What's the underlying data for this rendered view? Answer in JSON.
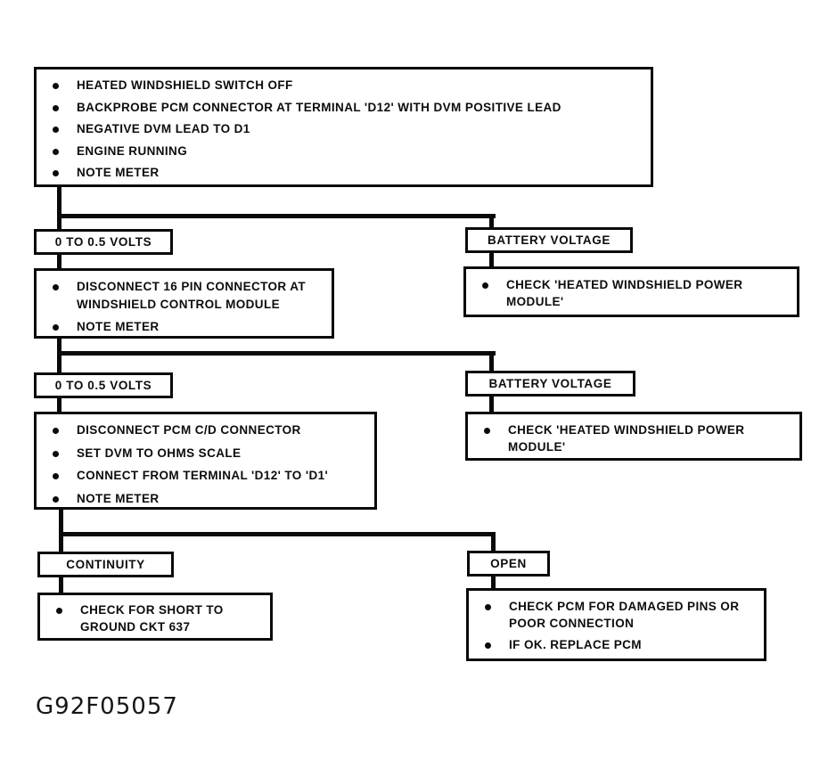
{
  "figure_id": "G92F05057",
  "colors": {
    "background": "#ffffff",
    "line": "#0a0a0a",
    "text": "#0d0d0d"
  },
  "flowchart": {
    "start": {
      "bullets": [
        "HEATED WINDSHIELD SWITCH OFF",
        "BACKPROBE PCM CONNECTOR AT TERMINAL 'D12' WITH DVM POSITIVE LEAD",
        "NEGATIVE DVM LEAD TO D1",
        "ENGINE RUNNING",
        "NOTE METER"
      ]
    },
    "branches": [
      {
        "left_result": "0 TO 0.5 VOLTS",
        "left_action_bullets": [
          "DISCONNECT 16 PIN CONNECTOR AT WINDSHIELD CONTROL MODULE",
          "NOTE METER"
        ],
        "right_result": "BATTERY VOLTAGE",
        "right_action_bullets": [
          "CHECK 'HEATED WINDSHIELD POWER MODULE'"
        ]
      },
      {
        "left_result": "0 TO 0.5 VOLTS",
        "left_action_bullets": [
          "DISCONNECT PCM C/D CONNECTOR",
          "SET DVM TO OHMS SCALE",
          "CONNECT FROM TERMINAL 'D12' TO 'D1'",
          "NOTE METER"
        ],
        "right_result": "BATTERY VOLTAGE",
        "right_action_bullets": [
          "CHECK 'HEATED WINDSHIELD POWER MODULE'"
        ]
      },
      {
        "left_result": "CONTINUITY",
        "left_action_bullets": [
          "CHECK FOR SHORT TO GROUND CKT 637"
        ],
        "right_result": "OPEN",
        "right_action_bullets": [
          "CHECK PCM FOR DAMAGED PINS OR POOR CONNECTION",
          "IF OK. REPLACE PCM"
        ]
      }
    ]
  }
}
